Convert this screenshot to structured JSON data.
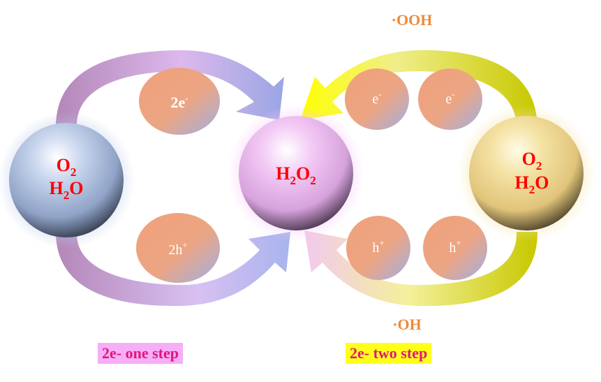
{
  "spheres": {
    "left": {
      "line1_base": "O",
      "line1_sub": "2",
      "line2_a": "H",
      "line2_sub": "2",
      "line2_b": "O"
    },
    "center": {
      "a": "H",
      "sub1": "2",
      "b": "O",
      "sub2": "2"
    },
    "right": {
      "line1_base": "O",
      "line1_sub": "2",
      "line2_a": "H",
      "line2_sub": "2",
      "line2_b": "O"
    }
  },
  "carriers": {
    "electron_pair": {
      "base": "2e",
      "sup": "-"
    },
    "hole_pair": {
      "base": "2h",
      "sup": "+"
    },
    "electron_1": {
      "base": "e",
      "sup": "-"
    },
    "electron_2": {
      "base": "e",
      "sup": "-"
    },
    "hole_1": {
      "base": "h",
      "sup": "+"
    },
    "hole_2": {
      "base": "h",
      "sup": "+"
    }
  },
  "radicals": {
    "top": "·OOH",
    "bottom": "·OH"
  },
  "captions": {
    "one_step": "2e- one step",
    "two_step": "2e- two step"
  },
  "colors": {
    "one_step_arrow": "#c9a0d8",
    "two_step_arrow": "#e6e61a",
    "caption_one_bg": "#f6aef6",
    "caption_two_bg": "#ffff1a",
    "label_red": "#ff0000",
    "radical_orange": "#ee8a3a"
  }
}
